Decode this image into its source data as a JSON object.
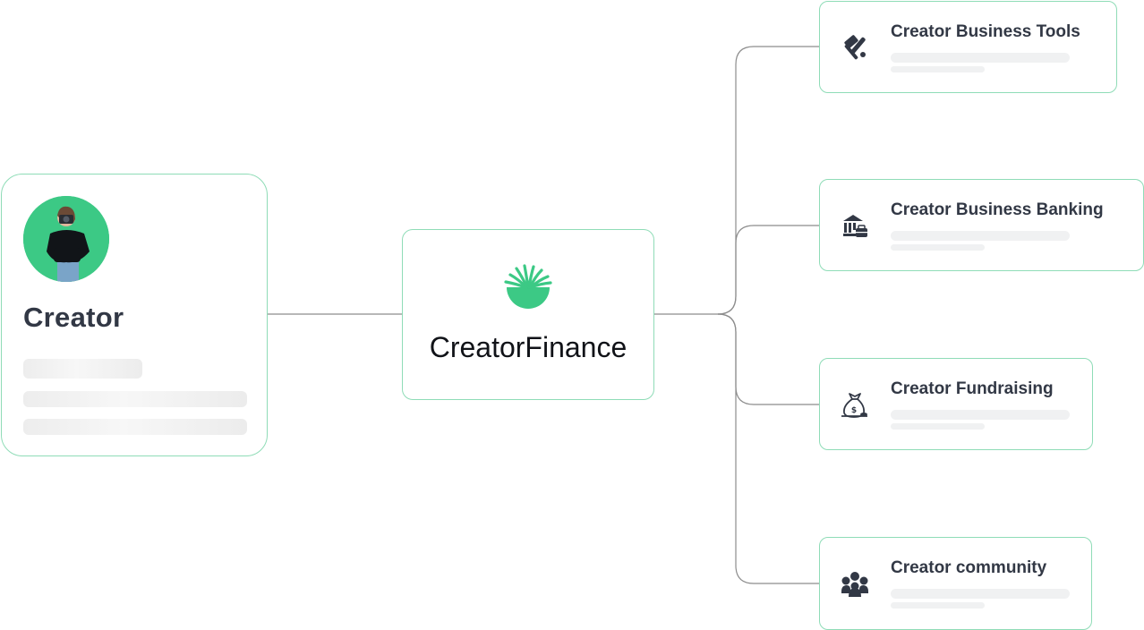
{
  "creator": {
    "title": "Creator"
  },
  "center": {
    "title": "CreatorFinance"
  },
  "branches": [
    {
      "label": "Creator Business Tools",
      "icon": "hammer-icon"
    },
    {
      "label": "Creator Business Banking",
      "icon": "bank-icon"
    },
    {
      "label": "Creator Fundraising",
      "icon": "money-bag-icon"
    },
    {
      "label": "Creator community",
      "icon": "community-icon"
    }
  ],
  "colors": {
    "accent": "#3cc985",
    "card_border": "#8fdcb7",
    "connector": "#8c8c8c",
    "text": "#323845"
  }
}
